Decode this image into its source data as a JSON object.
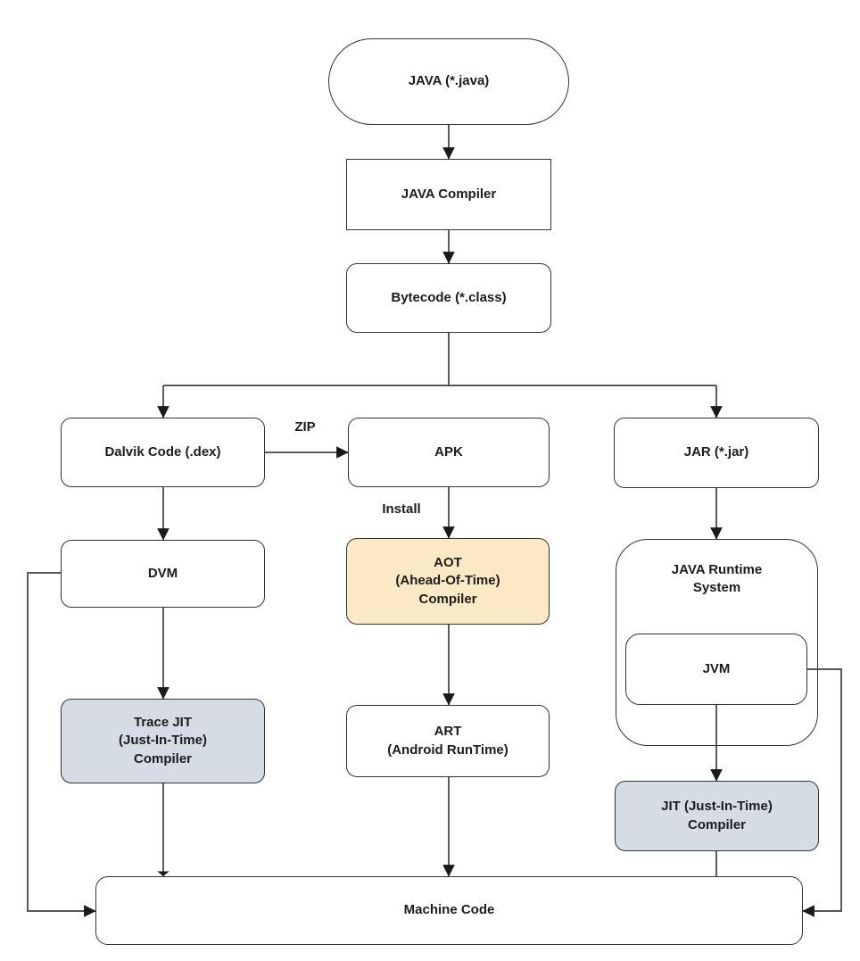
{
  "nodes": {
    "start": {
      "label": "JAVA (*.java)"
    },
    "compiler": {
      "label": "JAVA Compiler"
    },
    "bytecode": {
      "label": "Bytecode (*.class)"
    },
    "dalvik": {
      "label": "Dalvik Code (.dex)"
    },
    "apk": {
      "label": "APK"
    },
    "jar": {
      "label": "JAR (*.jar)"
    },
    "dvm": {
      "label": "DVM"
    },
    "aot": {
      "line1": "AOT",
      "line2": "(Ahead-Of-Time)",
      "line3": "Compiler"
    },
    "runtime": {
      "line1": "JAVA Runtime",
      "line2": "System"
    },
    "jvm": {
      "label": "JVM"
    },
    "trace_jit": {
      "line1": "Trace JIT",
      "line2": "(Just-In-Time)",
      "line3": "Compiler"
    },
    "art": {
      "line1": "ART",
      "line2": "(Android RunTime)"
    },
    "jit": {
      "line1": "JIT (Just-In-Time)",
      "line2": "Compiler"
    },
    "machine": {
      "label": "Machine Code"
    }
  },
  "edge_labels": {
    "zip": "ZIP",
    "install": "Install"
  },
  "colors": {
    "box_border": "#333333",
    "connector": "#404040",
    "fill_default": "#ffffff",
    "fill_highlight_yellow": "#FBE8C4",
    "fill_highlight_blue": "#D6DCE5",
    "text": "#1c1c1c",
    "background": "#ffffff"
  }
}
